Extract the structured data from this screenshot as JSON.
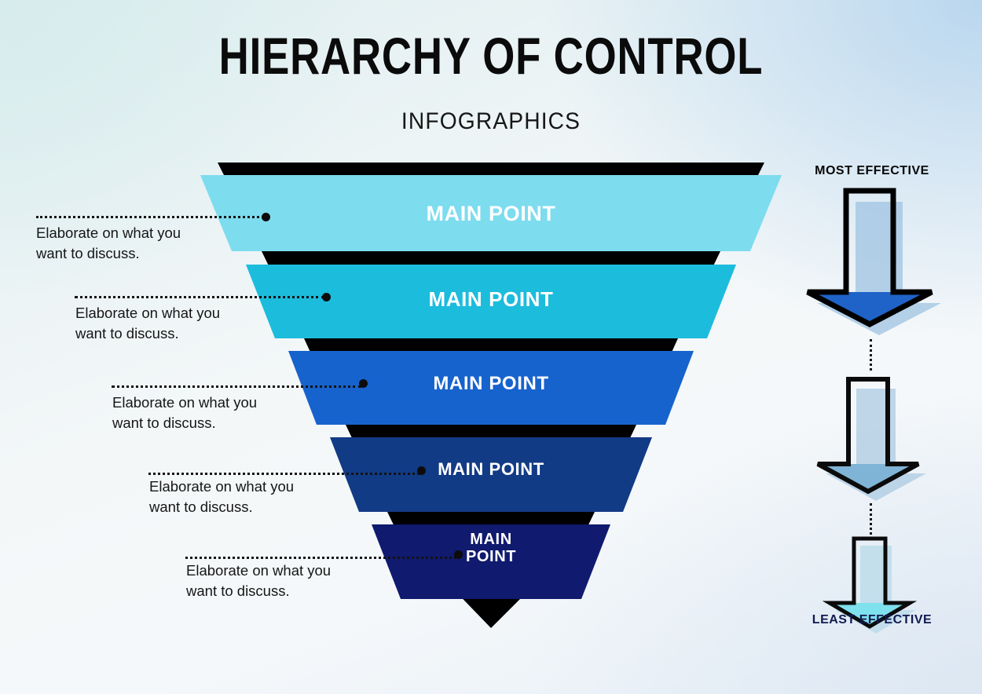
{
  "header": {
    "title": "HIERARCHY OF CONTROL",
    "subtitle": "INFOGRAPHICS"
  },
  "funnel": {
    "levels": [
      {
        "label": "MAIN POINT",
        "color": "#7ddcee",
        "shadow_color": "#000000"
      },
      {
        "label": "MAIN POINT",
        "color": "#1cbcdd",
        "shadow_color": "#000000"
      },
      {
        "label": "MAIN POINT",
        "color": "#1763cd",
        "shadow_color": "#000000"
      },
      {
        "label": "MAIN POINT",
        "color": "#123b86",
        "shadow_color": "#000000"
      },
      {
        "label": "MAIN\nPOINT",
        "color": "#101a6e",
        "shadow_color": "#000000"
      }
    ]
  },
  "callouts": [
    {
      "text": "Elaborate on what you\nwant to discuss."
    },
    {
      "text": "Elaborate on what you\nwant to discuss."
    },
    {
      "text": "Elaborate on what you\nwant to discuss."
    },
    {
      "text": "Elaborate on what you\nwant to discuss."
    },
    {
      "text": "Elaborate on what you\nwant to discuss."
    }
  ],
  "effectiveness": {
    "most_label": "MOST EFFECTIVE",
    "least_label": "LEAST EFFECTIVE",
    "arrows": [
      {
        "name": "arrow-large",
        "fill": "#1f63c8"
      },
      {
        "name": "arrow-medium",
        "fill": "#7fb4d6"
      },
      {
        "name": "arrow-small",
        "fill": "#7fe0ee"
      }
    ]
  },
  "colors": {
    "accent_light": "#7ddcee",
    "accent_cyan": "#1cbcdd",
    "accent_blue": "#1763cd",
    "accent_navy": "#123b86",
    "accent_darknavy": "#101a6e",
    "text_dark": "#111111",
    "text_light": "#ffffff"
  }
}
